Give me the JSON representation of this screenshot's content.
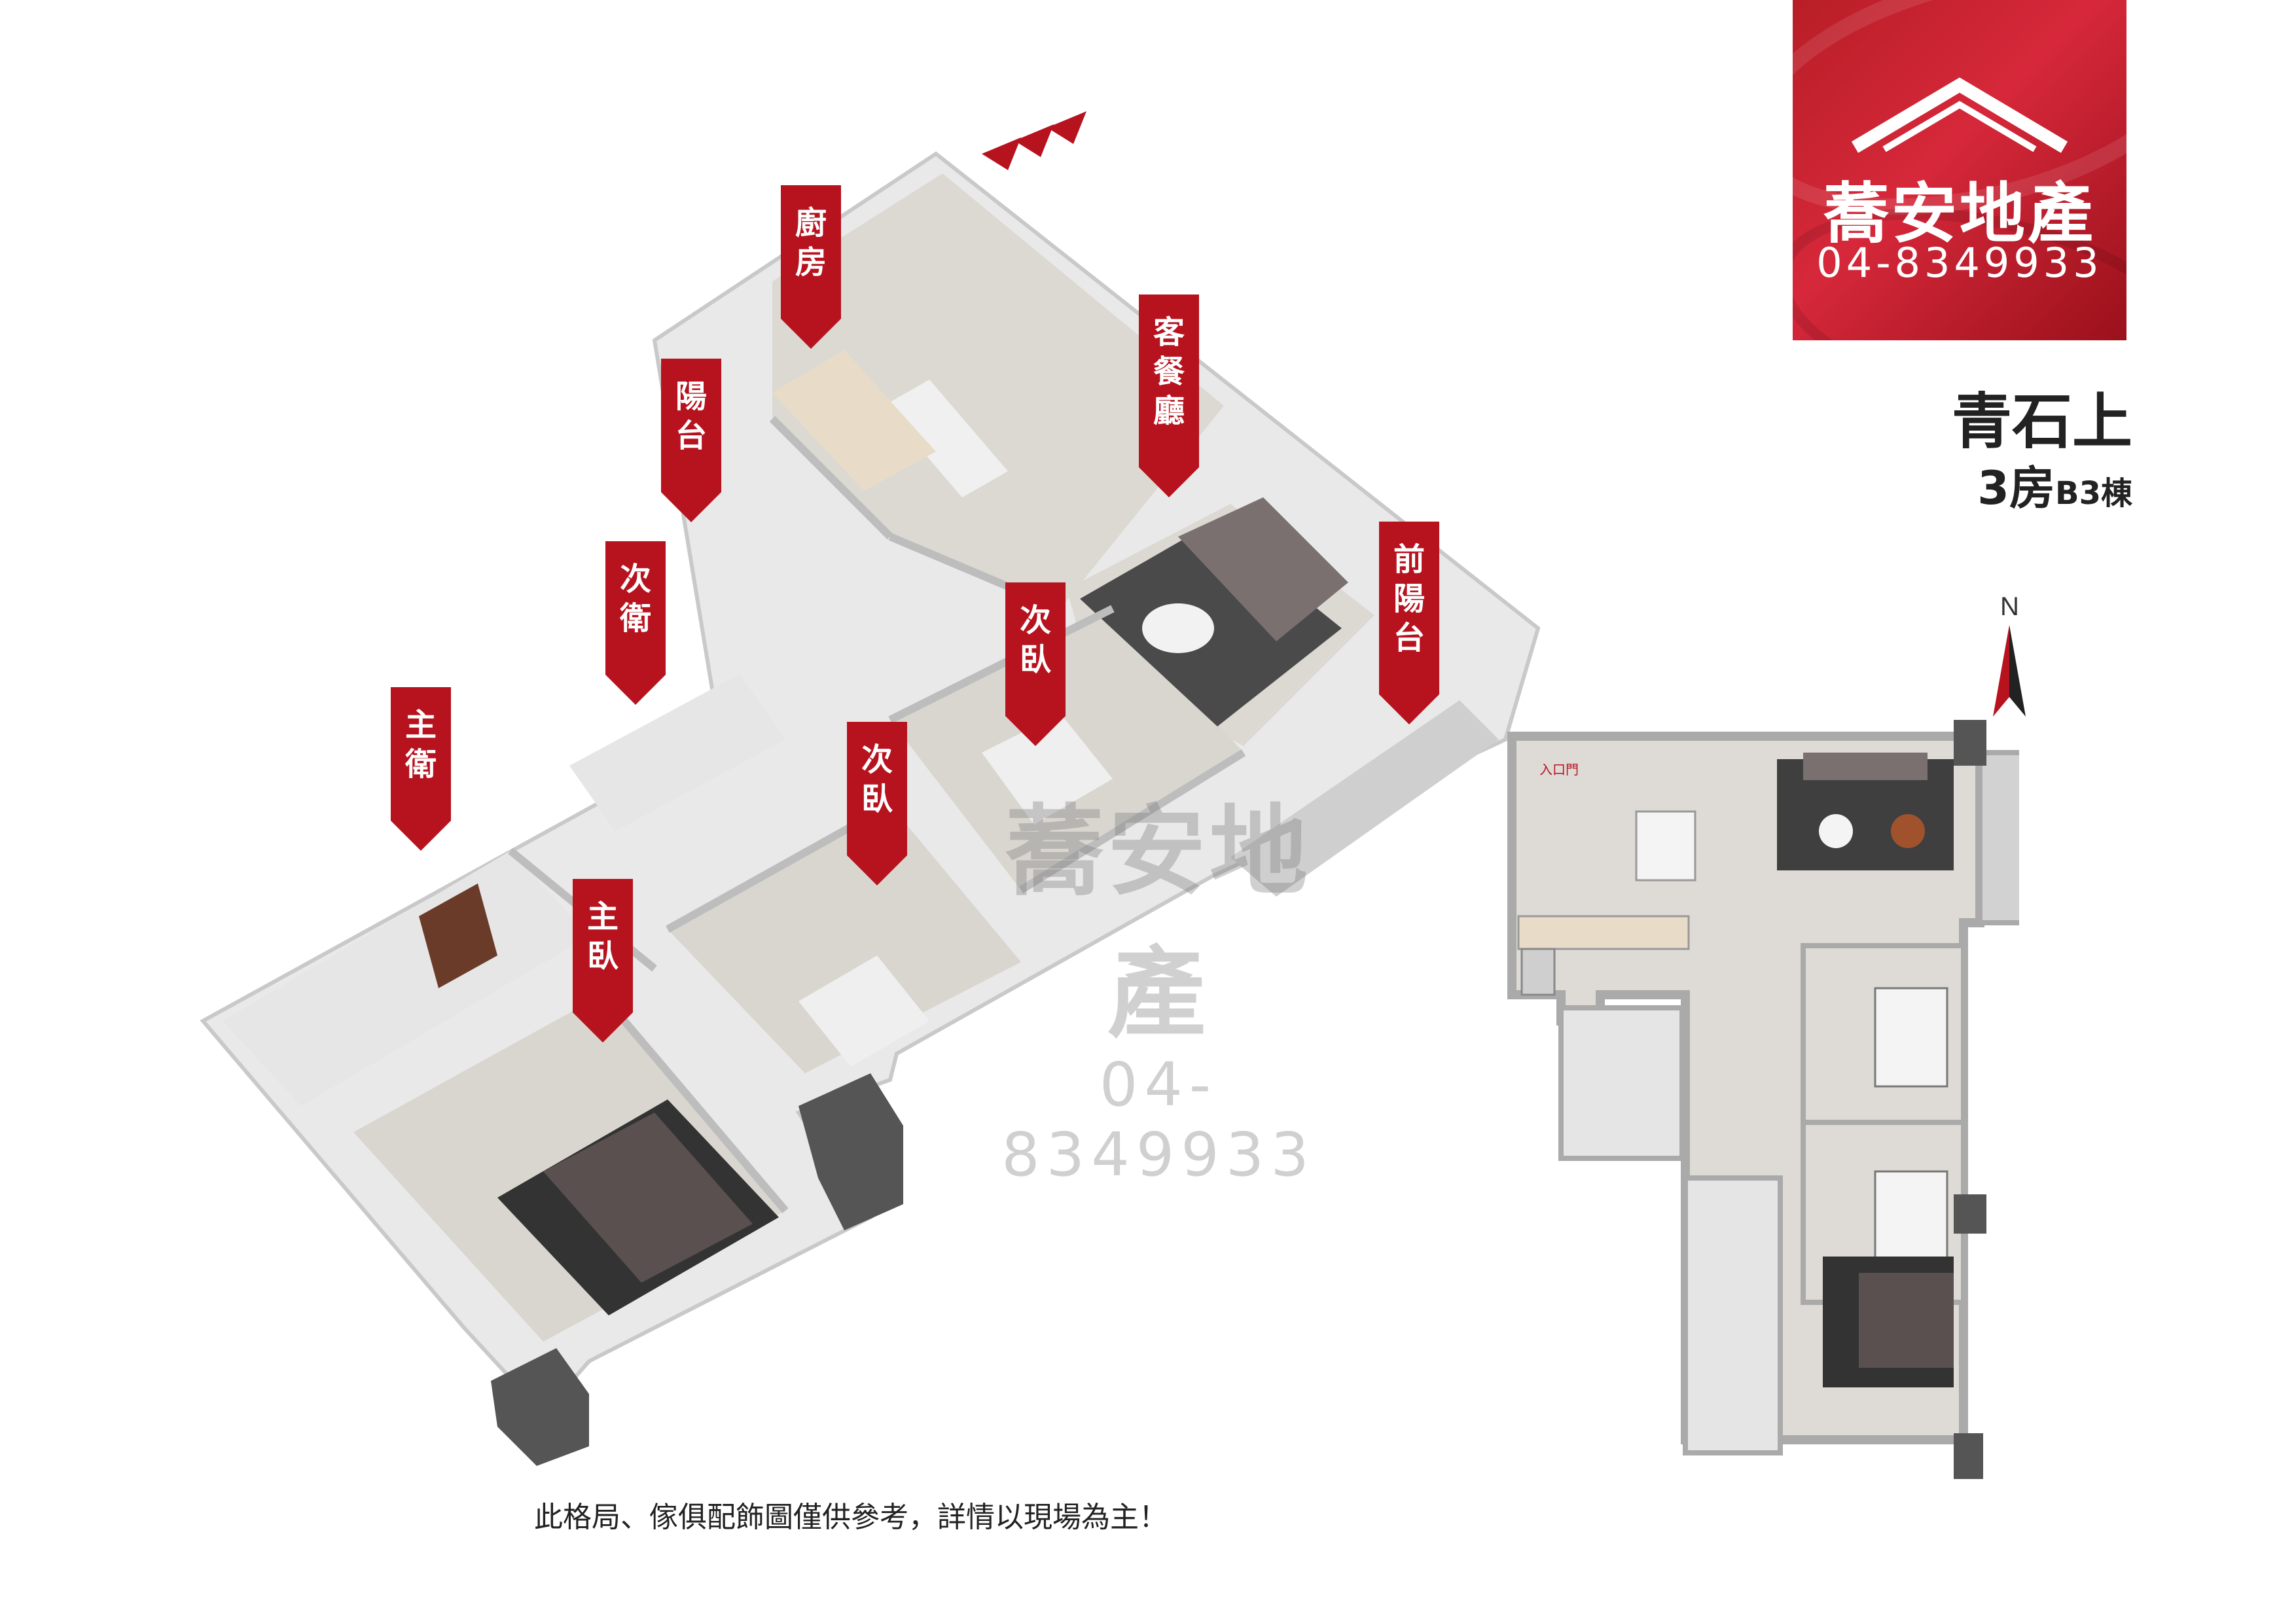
{
  "logo": {
    "name": "蕎安地產",
    "phone": "04-8349933"
  },
  "project": {
    "name": "青石上",
    "type_main": "3房",
    "type_sub": "B3棟"
  },
  "watermark": {
    "name": "蕎安地產",
    "phone": "04-8349933"
  },
  "labels": {
    "kitchen": [
      "廚",
      "房"
    ],
    "living_dining": [
      "客",
      "餐",
      "廳"
    ],
    "balcony": [
      "陽",
      "台"
    ],
    "front_balcony": [
      "前",
      "陽",
      "台"
    ],
    "second_bath": [
      "次",
      "衛"
    ],
    "master_bath": [
      "主",
      "衛"
    ],
    "second_bedroom_a": [
      "次",
      "臥"
    ],
    "second_bedroom_b": [
      "次",
      "臥"
    ],
    "master_bedroom": [
      "主",
      "臥"
    ]
  },
  "plan2d": {
    "entrance": "入口門"
  },
  "compass": {
    "north": "N"
  },
  "disclaimer": "此格局、傢俱配飾圖僅供參考，詳情以現場為主！",
  "colors": {
    "brand_red": "#b7131f",
    "wall": "#e2e2e2",
    "floor": "#d6d3ce",
    "rug": "#3c3c3c"
  }
}
